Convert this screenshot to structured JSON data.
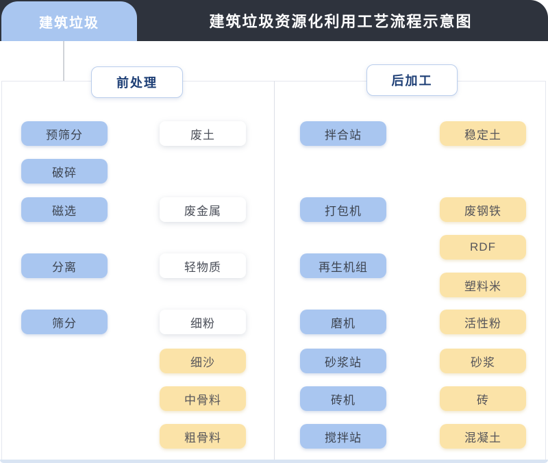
{
  "header": {
    "tab_label": "建筑垃圾",
    "title": "建筑垃圾资源化利用工艺流程示意图"
  },
  "sections": {
    "pre": "前处理",
    "post": "后加工"
  },
  "nodes": {
    "yushaifen": "预筛分",
    "posui": "破碎",
    "cixuan": "磁选",
    "fenli": "分离",
    "shaifen": "筛分",
    "feitu": "废土",
    "feijinshu": "废金属",
    "qingwuzhi": "轻物质",
    "xifen": "细粉",
    "xisha": "细沙",
    "zhongguliao": "中骨料",
    "cuguliao": "粗骨料",
    "banhezhan": "拌合站",
    "dabaoji": "打包机",
    "zaishengjizu": "再生机组",
    "moji": "磨机",
    "shajiangzhan": "砂浆站",
    "zhuanji": "砖机",
    "jiaobanzhan": "搅拌站",
    "wendingtu": "稳定土",
    "feigangtie": "废钢铁",
    "rdf": "RDF",
    "suliaomi": "塑料米",
    "huoxingfen": "活性粉",
    "shajiang": "砂浆",
    "zhuan": "砖",
    "hunningtu": "混凝土"
  },
  "colors": {
    "header_bg": "#2e333d",
    "node_blue": "#a9c6f0",
    "node_yellow": "#fbe3a8",
    "node_white": "#ffffff",
    "section_label_text": "#1d3e75",
    "section_label_border": "#b9cdec",
    "connector_line": "#b1b5bd",
    "divider": "#dcdfe6",
    "bottom_accent": "#d9e4f3"
  }
}
